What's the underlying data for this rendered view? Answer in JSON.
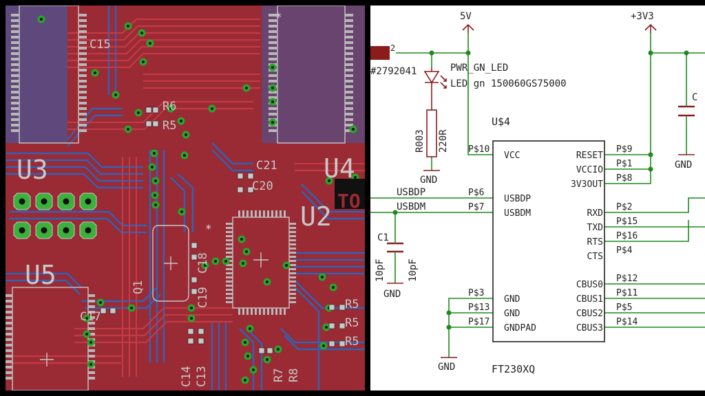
{
  "pcb": {
    "labels": {
      "c15": "C15",
      "r6": "R6",
      "r5a": "R5",
      "u3": "U3",
      "u4": "U4",
      "c21": "C21",
      "c20": "C20",
      "u2": "U2",
      "to": "TO",
      "c18": "C18",
      "c19": "C19",
      "q1": "Q1",
      "u5": "U5",
      "c17": "C17",
      "c14": "C14",
      "c13": "C13",
      "r7": "R7",
      "r8": "R8",
      "r5b": "R5",
      "r5c": "R5",
      "r5d": "R5"
    },
    "colors": {
      "board": "#9a2a34",
      "bottom_copper": "#2f63b8",
      "top_trace": "#c33a44",
      "silk": "#c8c8c8",
      "via": "#2aa52a"
    }
  },
  "schematic": {
    "power": {
      "v5": "5V",
      "v3v3": "+3V3"
    },
    "connector": {
      "pin": "2",
      "part": "#2792041"
    },
    "led": {
      "name": "PWR_GN_LED",
      "value": "LED gn 150060GS75000"
    },
    "resistor": {
      "name": "R003",
      "value": "220R"
    },
    "gnd": "GND",
    "chip": {
      "ref": "U$4",
      "part": "FT230XQ",
      "left_pins": [
        {
          "num": "P$10",
          "name": "VCC"
        },
        {
          "num": "P$6",
          "name": "USBDP"
        },
        {
          "num": "P$7",
          "name": "USBDM"
        },
        {
          "num": "P$3",
          "name": "GND"
        },
        {
          "num": "P$13",
          "name": "GND"
        },
        {
          "num": "P$17",
          "name": "GNDPAD"
        }
      ],
      "right_pins": [
        {
          "num": "P$9",
          "name": "RESET"
        },
        {
          "num": "P$1",
          "name": "VCCIO"
        },
        {
          "num": "P$8",
          "name": "3V3OUT"
        },
        {
          "num": "P$2",
          "name": "RXD"
        },
        {
          "num": "P$15",
          "name": "TXD"
        },
        {
          "num": "P$16",
          "name": "RTS"
        },
        {
          "num": "P$4",
          "name": "CTS"
        },
        {
          "num": "P$12",
          "name": "CBUS0"
        },
        {
          "num": "P$11",
          "name": "CBUS1"
        },
        {
          "num": "P$5",
          "name": "CBUS2"
        },
        {
          "num": "P$14",
          "name": "CBUS3"
        }
      ]
    },
    "nets": {
      "usbdp": "USBDP",
      "usbdm": "USBDM"
    },
    "cap1": {
      "name": "C1",
      "value_a": "10pF",
      "value_b": "10pF"
    },
    "cap_right": {
      "name": "C"
    },
    "colors": {
      "wire": "#1e8a1e",
      "symbol": "#8a1c1c",
      "text": "#222222",
      "power": "#8a1c1c"
    }
  }
}
